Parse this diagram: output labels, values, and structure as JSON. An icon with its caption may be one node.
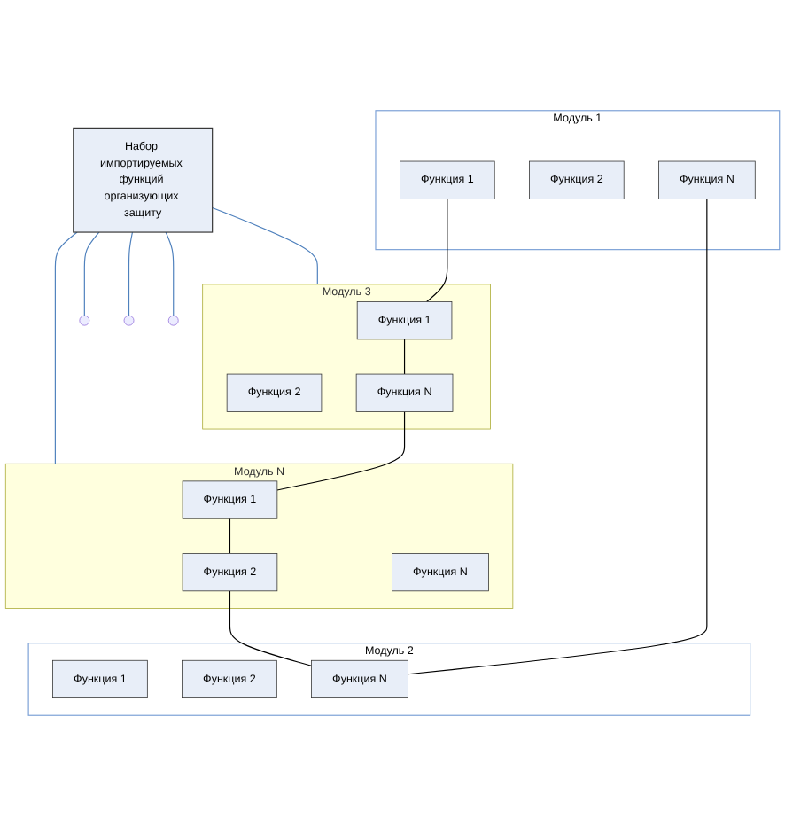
{
  "diagram": {
    "nodes": [
      {
        "text": [
          "Модуль 1"
        ]
      },
      {
        "text": [
          "Функция 1"
        ],
        "in": 0
      },
      {
        "text": [
          "Функция 2"
        ],
        "in": 0
      },
      {
        "text": [
          "Функция N"
        ],
        "in": 0
      },
      {
        "text": [
          "Модуль 2"
        ]
      },
      {
        "text": [
          "Функция 1"
        ],
        "in": 4
      },
      {
        "text": [
          "Функция 2"
        ],
        "in": 4
      },
      {
        "text": [
          "Функция N"
        ],
        "in": 4
      },
      {
        "text": [
          "Набор импортируемых функций организующих защиту"
        ]
      },
      {
        "text": [
          "Модуль 3"
        ]
      },
      {
        "text": [
          "Функция 1"
        ],
        "in": 9
      },
      {
        "text": [
          "Функция 2"
        ],
        "in": 9
      },
      {
        "text": [
          "Функция N"
        ],
        "in": 9
      },
      {
        "text": [
          "Модуль N"
        ]
      },
      {
        "text": [
          "Функция 1"
        ],
        "in": 13
      },
      {
        "text": [
          "Функция 2"
        ],
        "in": 13
      },
      {
        "text": [
          "Функция N"
        ],
        "in": 13
      }
    ],
    "edges": [
      {
        "from": 8,
        "to": null,
        "arrow": "none",
        "color": "#4f81bd"
      },
      {
        "from": 8,
        "to": null,
        "arrow": "none",
        "color": "#4f81bd"
      },
      {
        "from": 8,
        "to": null,
        "arrow": "none",
        "color": "#4f81bd"
      },
      {
        "from": 8,
        "to": 9,
        "arrow": "none",
        "color": "#4f81bd"
      },
      {
        "from": 8,
        "to": 13,
        "arrow": "none",
        "color": "#4f81bd"
      },
      {
        "from": 1,
        "to": 10,
        "arrow": "none"
      },
      {
        "from": 3,
        "to": 7,
        "arrow": "none"
      },
      {
        "from": 10,
        "to": 12,
        "arrow": "none"
      },
      {
        "from": 12,
        "to": 14,
        "arrow": "none"
      },
      {
        "from": 14,
        "to": 15,
        "arrow": "none"
      },
      {
        "from": 15,
        "to": 7,
        "arrow": "none"
      }
    ]
  }
}
